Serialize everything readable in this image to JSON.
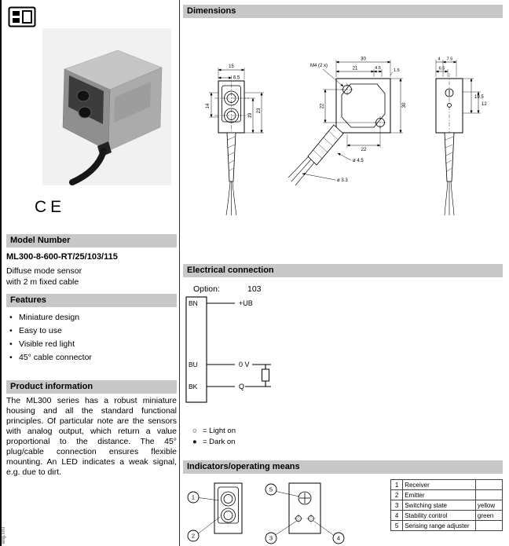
{
  "page": {
    "side_text": "eng.xml"
  },
  "left": {
    "ce_mark": "CE",
    "model": {
      "header": "Model Number",
      "number": "ML300-8-600-RT/25/103/115",
      "line1": "Diffuse mode sensor",
      "line2": "with 2 m fixed cable"
    },
    "features": {
      "header": "Features",
      "bullet": "•",
      "items": [
        "Miniature design",
        "Easy to use",
        "Visible red light",
        "45° cable connector"
      ]
    },
    "product_info": {
      "header": "Product information",
      "text": "The ML300 series has a robust miniature housing and all the standard functional principles. Of particular note are the sensors with analog output, which return a value proportional to the distance. The 45° plug/cable connection ensures flexible mounting. An LED indicates a weak signal, e.g. due to dirt."
    }
  },
  "dimensions": {
    "header": "Dimensions",
    "front": {
      "w15": "15",
      "o65": "6.5",
      "h14": "14",
      "h19": "19",
      "h23": "23"
    },
    "side": {
      "t30": "30",
      "t21": "21",
      "t45": "4.5",
      "t15": "1.5",
      "m4": "M4 (2 x)",
      "l22": "22",
      "b22": "22",
      "r30": "30",
      "dia45": "ø 4.5",
      "dia33": "ø 3.3"
    },
    "profile": {
      "t4": "4",
      "t75": "7.5",
      "t65": "6.5",
      "r195": "19.5",
      "r12": "12"
    }
  },
  "electrical": {
    "header": "Electrical connection",
    "option_label": "Option:",
    "option_value": "103",
    "wires": [
      {
        "abbr": "BN",
        "label": "+UB"
      },
      {
        "abbr": "BU",
        "label": "0 V"
      },
      {
        "abbr": "BK",
        "label": "Q"
      }
    ],
    "legend": [
      {
        "symbol": "○",
        "text": "= Light on"
      },
      {
        "symbol": "●",
        "text": "= Dark on"
      }
    ]
  },
  "indicators": {
    "header": "Indicators/operating means",
    "callouts": [
      "1",
      "2",
      "3",
      "4",
      "5"
    ],
    "table": [
      {
        "num": "1",
        "label": "Receiver",
        "color": ""
      },
      {
        "num": "2",
        "label": "Emitter",
        "color": ""
      },
      {
        "num": "3",
        "label": "Switching state",
        "color": "yellow"
      },
      {
        "num": "4",
        "label": "Stability control",
        "color": "green"
      },
      {
        "num": "5",
        "label": "Sensing range adjuster",
        "color": ""
      }
    ]
  }
}
